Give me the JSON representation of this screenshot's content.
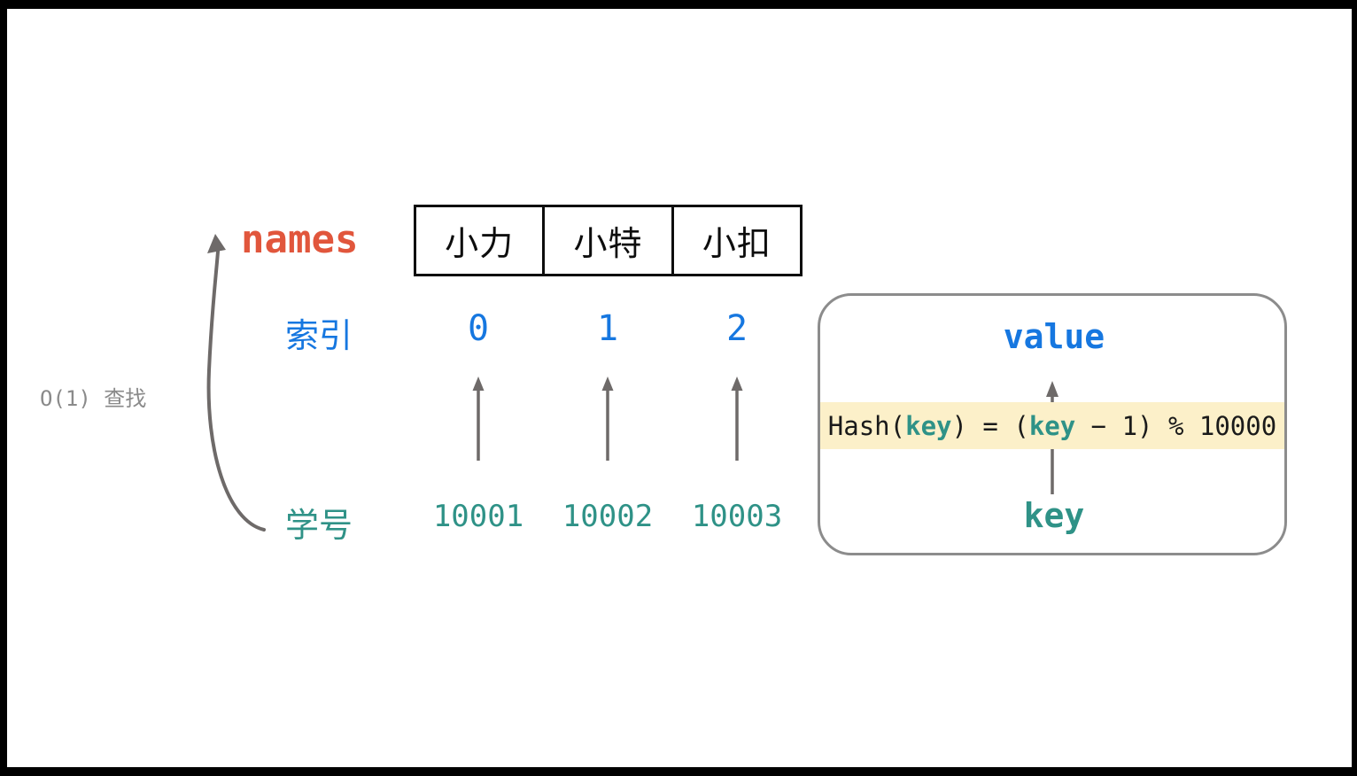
{
  "diagram": {
    "title": "hash-function-array-mapping",
    "colors": {
      "array_name": "#e1563c",
      "index_blue": "#1677e0",
      "key_teal": "#2f9287",
      "highlight_band": "#fcf0c9",
      "arrow_gray": "#6e6a69",
      "box_border": "#8c8c8c",
      "complexity_gray": "#8a8a8a",
      "table_border": "#0d0d0d"
    }
  },
  "array": {
    "name_label": "names",
    "cells": [
      "小力",
      "小特",
      "小扣"
    ]
  },
  "rows": {
    "index_label": "索引",
    "indices": [
      "0",
      "1",
      "2"
    ],
    "id_label": "学号",
    "ids": [
      "10001",
      "10002",
      "10003"
    ]
  },
  "complexity": {
    "text": "O(1) 查找"
  },
  "hash_box": {
    "value_label": "value",
    "key_label": "key",
    "formula": {
      "prefix": "Hash(",
      "key1": "key",
      "middle": ") = (",
      "key2": "key",
      "suffix": " − 1) % 10000"
    },
    "formula_full": "Hash(key) = (key − 1) % 10000"
  }
}
